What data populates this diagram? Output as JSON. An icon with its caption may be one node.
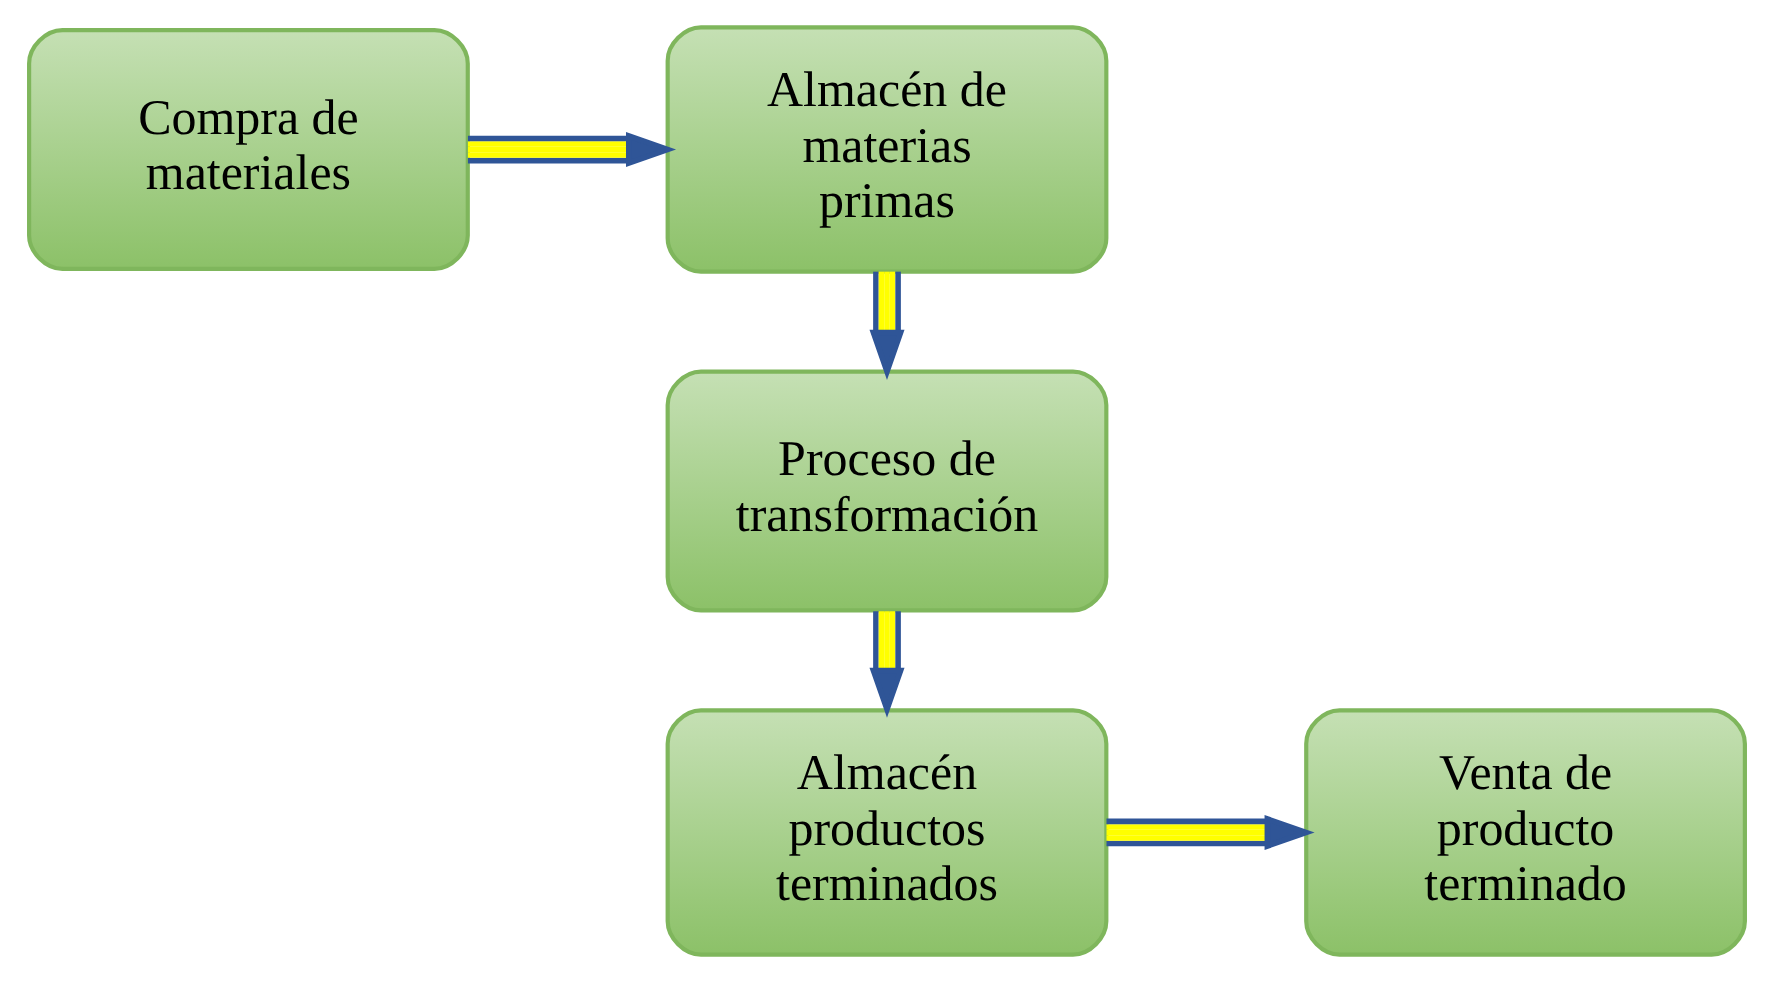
{
  "diagram": {
    "nodes": [
      {
        "text": [
          "Compra de materiales"
        ]
      },
      {
        "text": [
          "Almacén de materias primas"
        ]
      },
      {
        "text": [
          "Proceso de transformación"
        ]
      },
      {
        "text": [
          "Almacén productos terminados"
        ]
      },
      {
        "text": [
          "Venta de producto terminado"
        ]
      }
    ],
    "edges": [
      {
        "from": 0,
        "to": 1,
        "arrow": "to"
      },
      {
        "from": 1,
        "to": 2,
        "arrow": "to"
      },
      {
        "from": 2,
        "to": 3,
        "arrow": "to"
      },
      {
        "from": 3,
        "to": 4,
        "arrow": "to"
      }
    ]
  }
}
